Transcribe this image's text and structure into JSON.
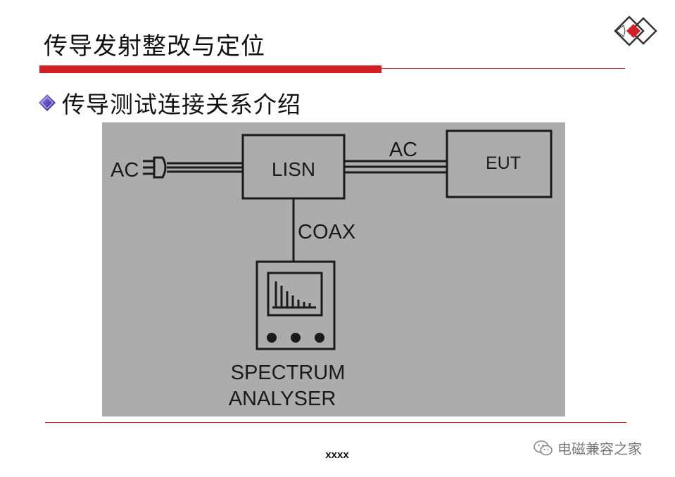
{
  "slide": {
    "title": "传导发射整改与定位",
    "bullet": "传导测试连接关系介绍",
    "footer": "xxxx",
    "watermark": "电磁兼容之家"
  },
  "diagram": {
    "ac_left_label": "AC",
    "lisn_label": "LISN",
    "ac_top_label": "AC",
    "eut_label": "EUT",
    "coax_label": "COAX",
    "analyser_line1": "SPECTRUM",
    "analyser_line2": "ANALYSER"
  },
  "colors": {
    "accent_red": "#d21f26",
    "bullet_purple": "#3a1fa8",
    "photo_gray": "#adadad"
  },
  "icons": {
    "logo": "diamond-logo-icon",
    "bullet": "diamond-bullet-icon",
    "watermark": "wechat-icon"
  }
}
